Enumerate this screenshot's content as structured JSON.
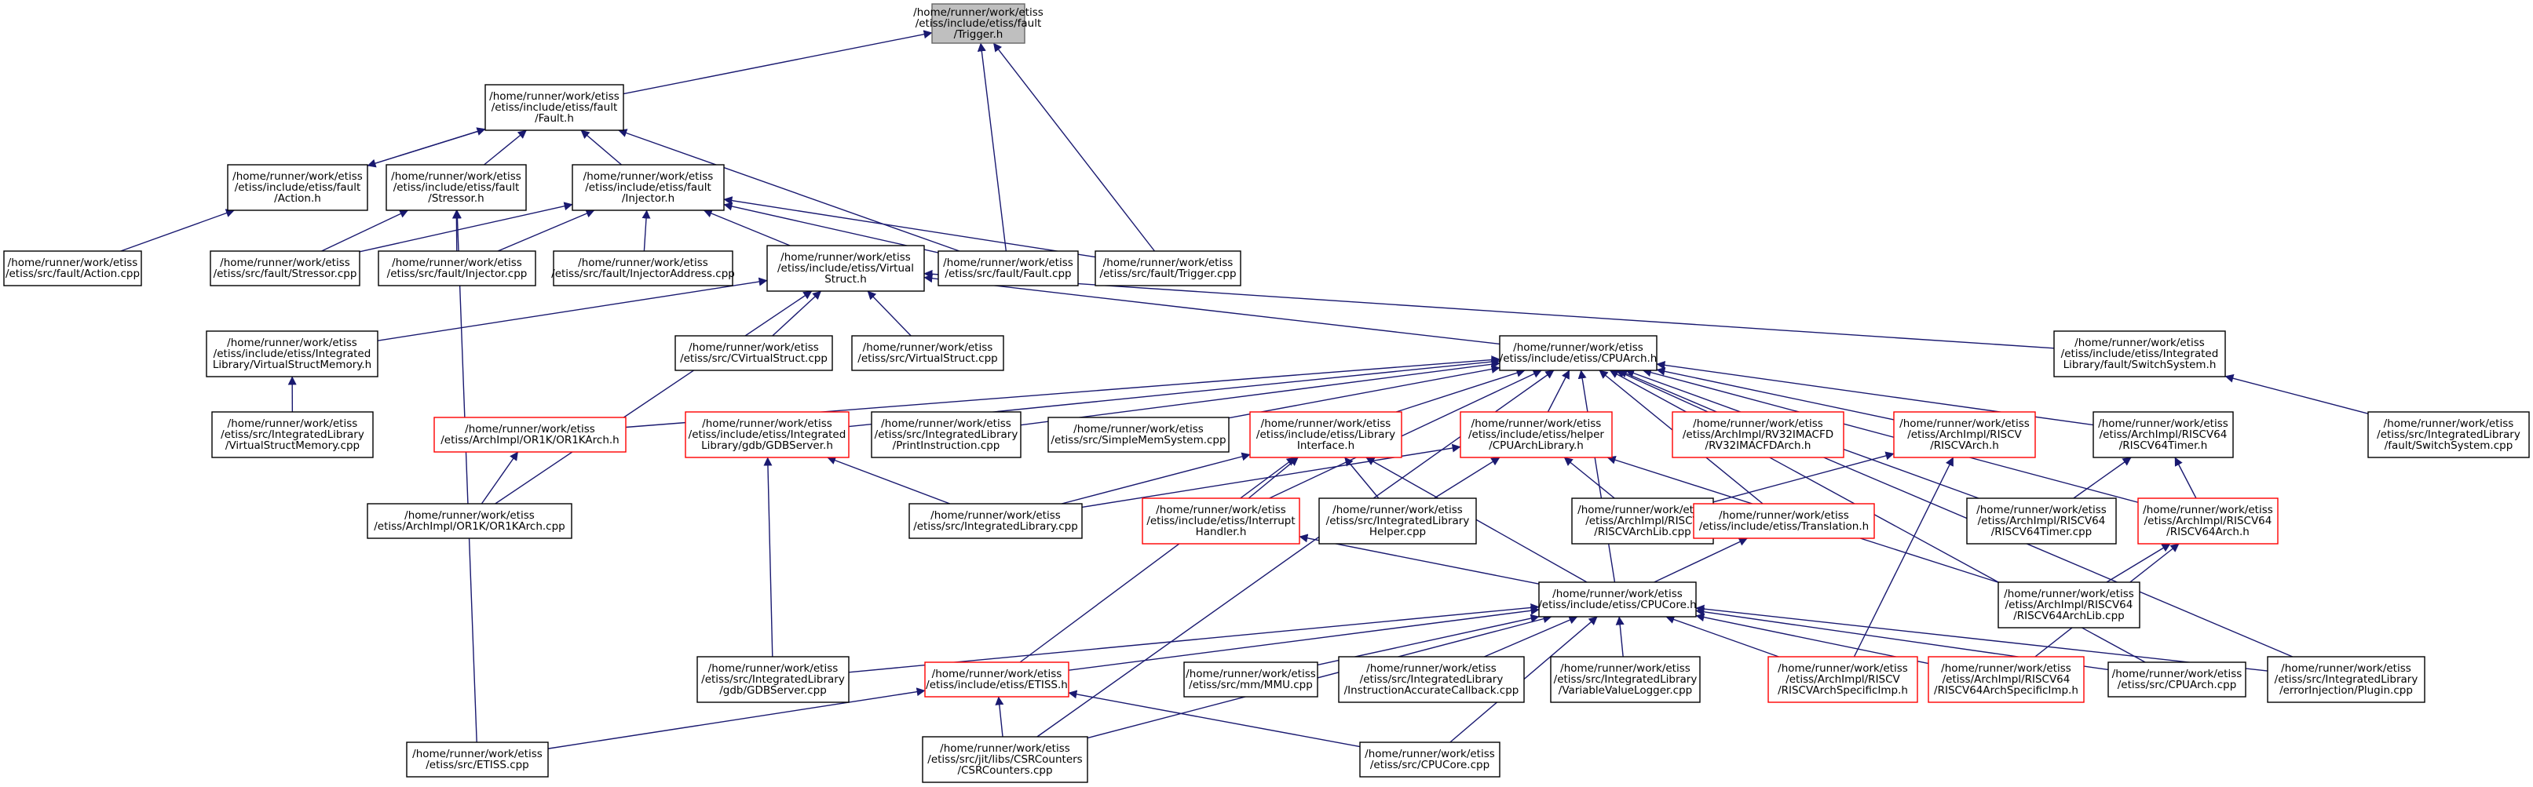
{
  "nodes": [
    {
      "id": "trigger_h",
      "lines": [
        "/home/runner/work/etiss",
        "/etiss/include/etiss/fault",
        "/Trigger.h"
      ],
      "style": "root"
    },
    {
      "id": "fault_h",
      "lines": [
        "/home/runner/work/etiss",
        "/etiss/include/etiss/fault",
        "/Fault.h"
      ],
      "style": "normal"
    },
    {
      "id": "action_h",
      "lines": [
        "/home/runner/work/etiss",
        "/etiss/include/etiss/fault",
        "/Action.h"
      ],
      "style": "normal"
    },
    {
      "id": "stressor_h",
      "lines": [
        "/home/runner/work/etiss",
        "/etiss/include/etiss/fault",
        "/Stressor.h"
      ],
      "style": "normal"
    },
    {
      "id": "injector_h",
      "lines": [
        "/home/runner/work/etiss",
        "/etiss/include/etiss/fault",
        "/Injector.h"
      ],
      "style": "normal"
    },
    {
      "id": "action_cpp",
      "lines": [
        "/home/runner/work/etiss",
        "/etiss/src/fault/Action.cpp"
      ],
      "style": "normal"
    },
    {
      "id": "stressor_cpp",
      "lines": [
        "/home/runner/work/etiss",
        "/etiss/src/fault/Stressor.cpp"
      ],
      "style": "normal"
    },
    {
      "id": "injector_cpp",
      "lines": [
        "/home/runner/work/etiss",
        "/etiss/src/fault/Injector.cpp"
      ],
      "style": "normal"
    },
    {
      "id": "injectoraddress_cpp",
      "lines": [
        "/home/runner/work/etiss",
        "/etiss/src/fault/InjectorAddress.cpp"
      ],
      "style": "normal"
    },
    {
      "id": "virtualstruct_h",
      "lines": [
        "/home/runner/work/etiss",
        "/etiss/include/etiss/Virtual",
        "Struct.h"
      ],
      "style": "normal"
    },
    {
      "id": "fault_cpp",
      "lines": [
        "/home/runner/work/etiss",
        "/etiss/src/fault/Fault.cpp"
      ],
      "style": "normal"
    },
    {
      "id": "trigger_cpp",
      "lines": [
        "/home/runner/work/etiss",
        "/etiss/src/fault/Trigger.cpp"
      ],
      "style": "normal"
    },
    {
      "id": "vsmemory_h",
      "lines": [
        "/home/runner/work/etiss",
        "/etiss/include/etiss/Integrated",
        "Library/VirtualStructMemory.h"
      ],
      "style": "normal"
    },
    {
      "id": "cvirtualstruct_cpp",
      "lines": [
        "/home/runner/work/etiss",
        "/etiss/src/CVirtualStruct.cpp"
      ],
      "style": "normal"
    },
    {
      "id": "virtualstruct_cpp",
      "lines": [
        "/home/runner/work/etiss",
        "/etiss/src/VirtualStruct.cpp"
      ],
      "style": "normal"
    },
    {
      "id": "cpuarch_h",
      "lines": [
        "/home/runner/work/etiss",
        "/etiss/include/etiss/CPUArch.h"
      ],
      "style": "normal"
    },
    {
      "id": "switchsystem_h",
      "lines": [
        "/home/runner/work/etiss",
        "/etiss/include/etiss/Integrated",
        "Library/fault/SwitchSystem.h"
      ],
      "style": "normal"
    },
    {
      "id": "vsmemory_cpp",
      "lines": [
        "/home/runner/work/etiss",
        "/etiss/src/IntegratedLibrary",
        "/VirtualStructMemory.cpp"
      ],
      "style": "normal"
    },
    {
      "id": "or1karch_h",
      "lines": [
        "/home/runner/work/etiss",
        "/etiss/ArchImpl/OR1K/OR1KArch.h"
      ],
      "style": "red"
    },
    {
      "id": "gdbserver_h",
      "lines": [
        "/home/runner/work/etiss",
        "/etiss/include/etiss/Integrated",
        "Library/gdb/GDBServer.h"
      ],
      "style": "red"
    },
    {
      "id": "printinstruction_cpp",
      "lines": [
        "/home/runner/work/etiss",
        "/etiss/src/IntegratedLibrary",
        "/PrintInstruction.cpp"
      ],
      "style": "normal"
    },
    {
      "id": "simplememsystem_cpp",
      "lines": [
        "/home/runner/work/etiss",
        "/etiss/src/SimpleMemSystem.cpp"
      ],
      "style": "normal"
    },
    {
      "id": "libraryinterface_h",
      "lines": [
        "/home/runner/work/etiss",
        "/etiss/include/etiss/Library",
        "Interface.h"
      ],
      "style": "red"
    },
    {
      "id": "cpuarchlibrary_h",
      "lines": [
        "/home/runner/work/etiss",
        "/etiss/include/etiss/helper",
        "/CPUArchLibrary.h"
      ],
      "style": "red"
    },
    {
      "id": "rv32imacfdarch_h",
      "lines": [
        "/home/runner/work/etiss",
        "/etiss/ArchImpl/RV32IMACFD",
        "/RV32IMACFDArch.h"
      ],
      "style": "red"
    },
    {
      "id": "riscvarch_h",
      "lines": [
        "/home/runner/work/etiss",
        "/etiss/ArchImpl/RISCV",
        "/RISCVArch.h"
      ],
      "style": "red"
    },
    {
      "id": "riscv64timer_h",
      "lines": [
        "/home/runner/work/etiss",
        "/etiss/ArchImpl/RISCV64",
        "/RISCV64Timer.h"
      ],
      "style": "normal"
    },
    {
      "id": "switchsystem_cpp",
      "lines": [
        "/home/runner/work/etiss",
        "/etiss/src/IntegratedLibrary",
        "/fault/SwitchSystem.cpp"
      ],
      "style": "normal"
    },
    {
      "id": "or1karch_cpp",
      "lines": [
        "/home/runner/work/etiss",
        "/etiss/ArchImpl/OR1K/OR1KArch.cpp"
      ],
      "style": "normal"
    },
    {
      "id": "integratedlibrary_cpp",
      "lines": [
        "/home/runner/work/etiss",
        "/etiss/src/IntegratedLibrary.cpp"
      ],
      "style": "normal"
    },
    {
      "id": "interrupthandler_h",
      "lines": [
        "/home/runner/work/etiss",
        "/etiss/include/etiss/Interrupt",
        "Handler.h"
      ],
      "style": "red"
    },
    {
      "id": "helper_cpp",
      "lines": [
        "/home/runner/work/etiss",
        "/etiss/src/IntegratedLibrary",
        "Helper.cpp"
      ],
      "style": "normal"
    },
    {
      "id": "riscvarchlib_cpp",
      "lines": [
        "/home/runner/work/etiss",
        "/etiss/ArchImpl/RISCV",
        "/RISCVArchLib.cpp"
      ],
      "style": "normal"
    },
    {
      "id": "translation_h",
      "lines": [
        "/home/runner/work/etiss",
        "/etiss/include/etiss/Translation.h"
      ],
      "style": "red"
    },
    {
      "id": "riscv64timer_cpp",
      "lines": [
        "/home/runner/work/etiss",
        "/etiss/ArchImpl/RISCV64",
        "/RISCV64Timer.cpp"
      ],
      "style": "normal"
    },
    {
      "id": "riscv64arch_h",
      "lines": [
        "/home/runner/work/etiss",
        "/etiss/ArchImpl/RISCV64",
        "/RISCV64Arch.h"
      ],
      "style": "red"
    },
    {
      "id": "riscv64archlib_cpp",
      "lines": [
        "/home/runner/work/etiss",
        "/etiss/ArchImpl/RISCV64",
        "/RISCV64ArchLib.cpp"
      ],
      "style": "normal"
    },
    {
      "id": "cpucore_h",
      "lines": [
        "/home/runner/work/etiss",
        "/etiss/include/etiss/CPUCore.h"
      ],
      "style": "normal"
    },
    {
      "id": "gdbserver_cpp",
      "lines": [
        "/home/runner/work/etiss",
        "/etiss/src/IntegratedLibrary",
        "/gdb/GDBServer.cpp"
      ],
      "style": "normal"
    },
    {
      "id": "etiss_h",
      "lines": [
        "/home/runner/work/etiss",
        "/etiss/include/etiss/ETISS.h"
      ],
      "style": "red"
    },
    {
      "id": "mmu_cpp",
      "lines": [
        "/home/runner/work/etiss",
        "/etiss/src/mm/MMU.cpp"
      ],
      "style": "normal"
    },
    {
      "id": "iacallback_cpp",
      "lines": [
        "/home/runner/work/etiss",
        "/etiss/src/IntegratedLibrary",
        "/InstructionAccurateCallback.cpp"
      ],
      "style": "normal"
    },
    {
      "id": "valuelogger_cpp",
      "lines": [
        "/home/runner/work/etiss",
        "/etiss/src/IntegratedLibrary",
        "/VariableValueLogger.cpp"
      ],
      "style": "normal"
    },
    {
      "id": "riscvspecificimp_h",
      "lines": [
        "/home/runner/work/etiss",
        "/etiss/ArchImpl/RISCV",
        "/RISCVArchSpecificImp.h"
      ],
      "style": "red"
    },
    {
      "id": "riscv64specificimp_h",
      "lines": [
        "/home/runner/work/etiss",
        "/etiss/ArchImpl/RISCV64",
        "/RISCV64ArchSpecificImp.h"
      ],
      "style": "red"
    },
    {
      "id": "cpuarch_cpp",
      "lines": [
        "/home/runner/work/etiss",
        "/etiss/src/CPUArch.cpp"
      ],
      "style": "normal"
    },
    {
      "id": "plugin_cpp",
      "lines": [
        "/home/runner/work/etiss",
        "/etiss/src/IntegratedLibrary",
        "/errorInjection/Plugin.cpp"
      ],
      "style": "normal"
    },
    {
      "id": "etiss_cpp",
      "lines": [
        "/home/runner/work/etiss",
        "/etiss/src/ETISS.cpp"
      ],
      "style": "normal"
    },
    {
      "id": "csrcounters_cpp",
      "lines": [
        "/home/runner/work/etiss",
        "/etiss/src/jit/libs/CSRCounters",
        "/CSRCounters.cpp"
      ],
      "style": "normal"
    },
    {
      "id": "cpucore_cpp",
      "lines": [
        "/home/runner/work/etiss",
        "/etiss/src/CPUCore.cpp"
      ],
      "style": "normal"
    }
  ],
  "edges": [
    [
      "fault_h",
      "trigger_h"
    ],
    [
      "trigger_cpp",
      "trigger_h"
    ],
    [
      "fault_cpp",
      "trigger_h"
    ],
    [
      "action_h",
      "fault_h"
    ],
    [
      "stressor_h",
      "fault_h"
    ],
    [
      "injector_h",
      "fault_h"
    ],
    [
      "fault_cpp",
      "fault_h"
    ],
    [
      "action_cpp",
      "action_h"
    ],
    [
      "fault_h",
      "action_h"
    ],
    [
      "stressor_cpp",
      "stressor_h"
    ],
    [
      "injector_cpp",
      "stressor_h"
    ],
    [
      "etiss_cpp",
      "stressor_h"
    ],
    [
      "stressor_cpp",
      "injector_h"
    ],
    [
      "injector_cpp",
      "injector_h"
    ],
    [
      "injectoraddress_cpp",
      "injector_h"
    ],
    [
      "virtualstruct_h",
      "injector_h"
    ],
    [
      "fault_cpp",
      "injector_h"
    ],
    [
      "trigger_cpp",
      "injector_h"
    ],
    [
      "vsmemory_h",
      "virtualstruct_h"
    ],
    [
      "or1karch_cpp",
      "virtualstruct_h"
    ],
    [
      "cvirtualstruct_cpp",
      "virtualstruct_h"
    ],
    [
      "virtualstruct_cpp",
      "virtualstruct_h"
    ],
    [
      "cpuarch_h",
      "virtualstruct_h"
    ],
    [
      "switchsystem_h",
      "virtualstruct_h"
    ],
    [
      "vsmemory_cpp",
      "vsmemory_h"
    ],
    [
      "switchsystem_cpp",
      "switchsystem_h"
    ],
    [
      "or1karch_h",
      "cpuarch_h"
    ],
    [
      "gdbserver_h",
      "cpuarch_h"
    ],
    [
      "printinstruction_cpp",
      "cpuarch_h"
    ],
    [
      "simplememsystem_cpp",
      "cpuarch_h"
    ],
    [
      "libraryinterface_h",
      "cpuarch_h"
    ],
    [
      "cpuarchlibrary_h",
      "cpuarch_h"
    ],
    [
      "rv32imacfdarch_h",
      "cpuarch_h"
    ],
    [
      "riscvarch_h",
      "cpuarch_h"
    ],
    [
      "riscv64timer_h",
      "cpuarch_h"
    ],
    [
      "riscv64arch_h",
      "cpuarch_h"
    ],
    [
      "translation_h",
      "cpuarch_h"
    ],
    [
      "interrupthandler_h",
      "cpuarch_h"
    ],
    [
      "cpucore_h",
      "cpuarch_h"
    ],
    [
      "riscv64timer_cpp",
      "cpuarch_h"
    ],
    [
      "cpuarch_cpp",
      "cpuarch_h"
    ],
    [
      "plugin_cpp",
      "cpuarch_h"
    ],
    [
      "csrcounters_cpp",
      "cpuarch_h"
    ],
    [
      "or1karch_cpp",
      "or1karch_h"
    ],
    [
      "gdbserver_cpp",
      "gdbserver_h"
    ],
    [
      "integratedlibrary_cpp",
      "gdbserver_h"
    ],
    [
      "integratedlibrary_cpp",
      "libraryinterface_h"
    ],
    [
      "interrupthandler_h",
      "libraryinterface_h"
    ],
    [
      "helper_cpp",
      "libraryinterface_h"
    ],
    [
      "cpucore_h",
      "libraryinterface_h"
    ],
    [
      "etiss_h",
      "libraryinterface_h"
    ],
    [
      "integratedlibrary_cpp",
      "cpuarchlibrary_h"
    ],
    [
      "helper_cpp",
      "cpuarchlibrary_h"
    ],
    [
      "riscvarchlib_cpp",
      "cpuarchlibrary_h"
    ],
    [
      "riscv64archlib_cpp",
      "cpuarchlibrary_h"
    ],
    [
      "riscvarchlib_cpp",
      "riscvarch_h"
    ],
    [
      "riscvspecificimp_h",
      "riscvarch_h"
    ],
    [
      "riscv64timer_cpp",
      "riscv64timer_h"
    ],
    [
      "riscv64arch_h",
      "riscv64timer_h"
    ],
    [
      "riscv64archlib_cpp",
      "riscv64arch_h"
    ],
    [
      "riscv64specificimp_h",
      "riscv64arch_h"
    ],
    [
      "cpucore_h",
      "interrupthandler_h"
    ],
    [
      "cpucore_h",
      "translation_h"
    ],
    [
      "gdbserver_cpp",
      "cpucore_h"
    ],
    [
      "etiss_h",
      "cpucore_h"
    ],
    [
      "mmu_cpp",
      "cpucore_h"
    ],
    [
      "iacallback_cpp",
      "cpucore_h"
    ],
    [
      "valuelogger_cpp",
      "cpucore_h"
    ],
    [
      "riscvspecificimp_h",
      "cpucore_h"
    ],
    [
      "riscv64specificimp_h",
      "cpucore_h"
    ],
    [
      "cpuarch_cpp",
      "cpucore_h"
    ],
    [
      "plugin_cpp",
      "cpucore_h"
    ],
    [
      "csrcounters_cpp",
      "cpucore_h"
    ],
    [
      "cpucore_cpp",
      "cpucore_h"
    ],
    [
      "etiss_cpp",
      "etiss_h"
    ],
    [
      "csrcounters_cpp",
      "etiss_h"
    ],
    [
      "cpucore_cpp",
      "etiss_h"
    ]
  ]
}
